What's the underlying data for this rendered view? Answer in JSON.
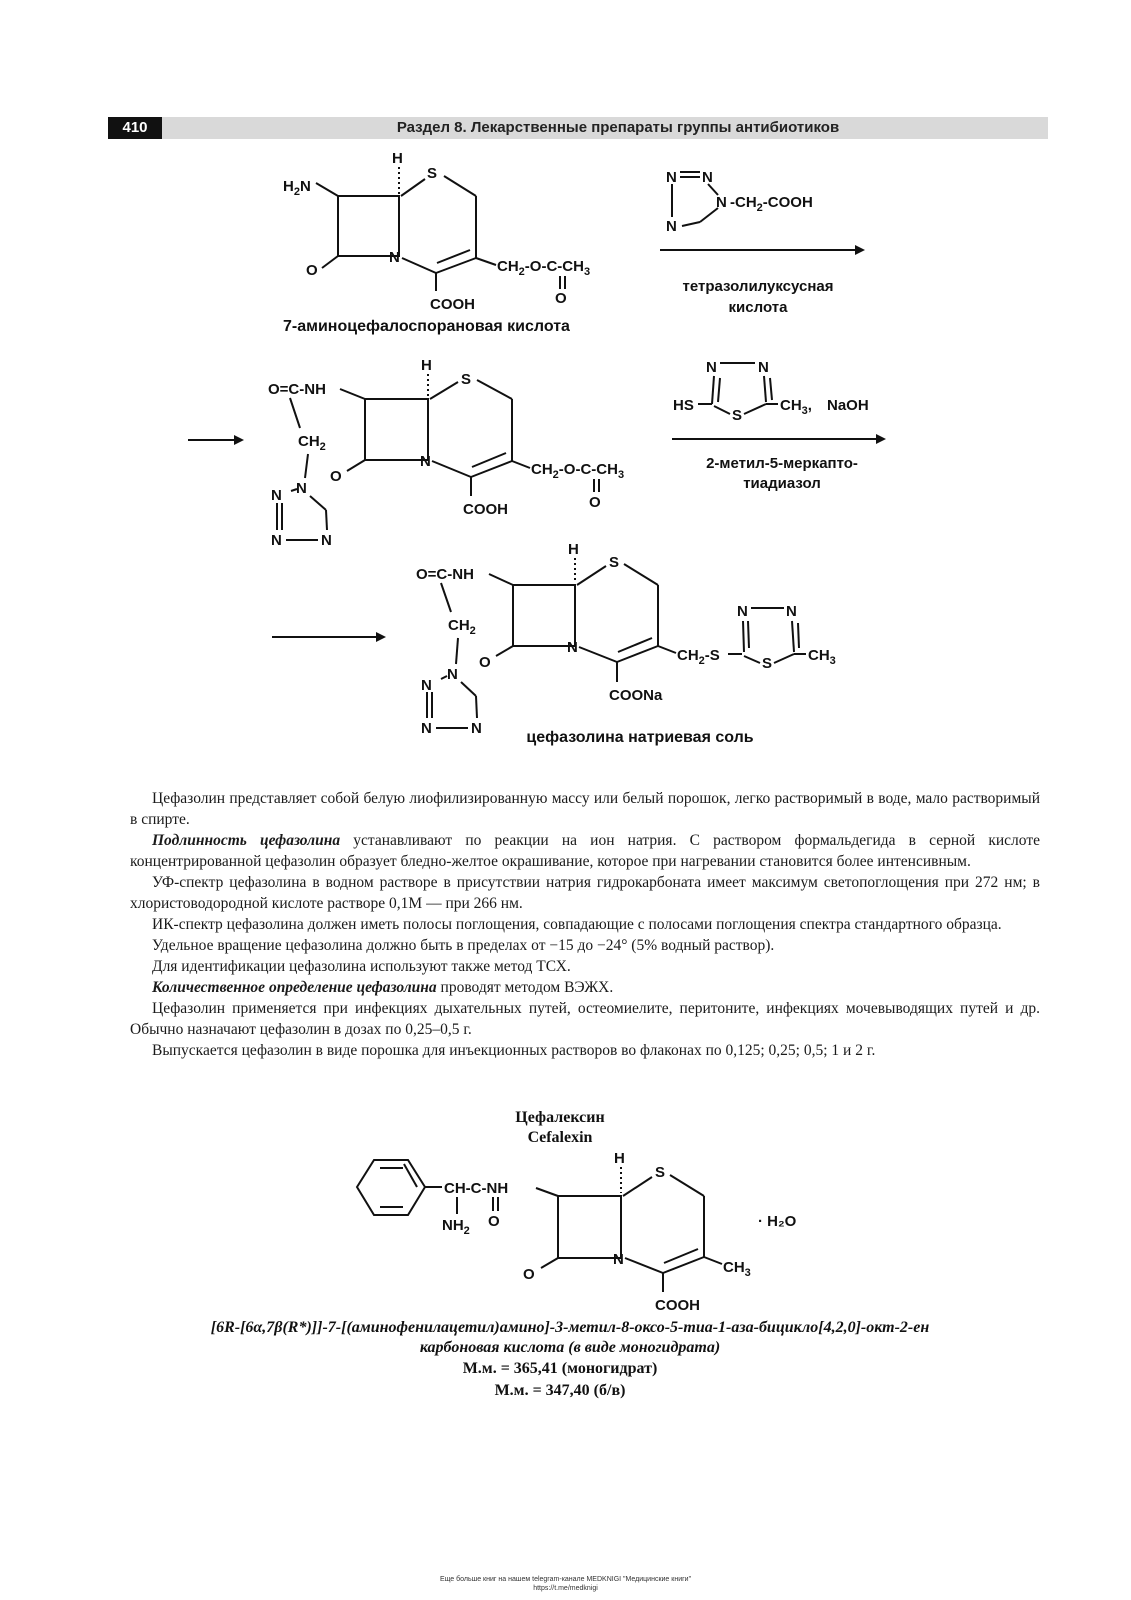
{
  "header": {
    "page_number": "410",
    "running_title": "Раздел 8. Лекарственные препараты группы антибиотиков"
  },
  "scheme": {
    "compound1_name": "7-аминоцефалоспорановая кислота",
    "reagent1_name_line1": "тетразолилуксусная",
    "reagent1_name_line2": "кислота",
    "reagent2_name_line1": "2-метил-5-меркапто-",
    "reagent2_name_line2": "тиадиазол",
    "reagent2_base": "NaOH",
    "product_name": "цефазолина натриевая соль"
  },
  "body": {
    "p1": "Цефазолин представляет собой белую лиофилизированную массу или белый порошок, легко растворимый в воде, мало растворимый в спирте.",
    "p2_bold": "Подлинность цефазолина",
    "p2_rest": " устанавливают по реакции на ион натрия. С раствором формальдегида в серной кислоте концентрированной цефазолин образует бледно-желтое окрашивание, которое при нагревании становится более интенсивным.",
    "p3": "УФ-спектр цефазолина в водном растворе в присутствии натрия гидрокарбоната имеет максимум светопоглощения при 272 нм; в хлористоводородной кислоте растворе 0,1М — при 266 нм.",
    "p4": "ИК-спектр цефазолина должен иметь полосы поглощения, совпадающие с полосами поглощения спектра стандартного образца.",
    "p5": "Удельное вращение цефазолина должно быть в пределах от −15 до −24° (5% водный раствор).",
    "p6": "Для идентификации цефазолина используют также метод ТСХ.",
    "p7_bold": "Количественное определение цефазолина",
    "p7_rest": " проводят методом ВЭЖХ.",
    "p8": "Цефазолин применяется при инфекциях дыхательных путей, остеомиелите, перитоните, инфекциях мочевыводящих путей и др. Обычно назначают цефазолин в дозах по 0,25–0,5 г.",
    "p9": "Выпускается цефазолин в виде порошка для инъекционных растворов во флаконах по 0,125; 0,25; 0,5; 1 и 2 г."
  },
  "cefalexin": {
    "name_ru": "Цефалексин",
    "name_lat": "Cefalexin",
    "hydrate": "· H₂O",
    "iupac_line1": "[6R-[6α,7β(R*)]]-7-[(аминофенилацетил)амино]-3-метил-8-оксо-5-тиа-1-аза-бицикло[4,2,0]-окт-2-ен",
    "iupac_line2": "карбоновая кислота (в виде моногидрата)",
    "mw1": "М.м. = 365,41 (моногидрат)",
    "mw2": "М.м. = 347,40 (б/в)"
  },
  "footer": {
    "line1": "Еще больше книг на нашем telegram-канале MEDKNIGI \"Медицинские книги\"",
    "line2": "https://t.me/medknigi"
  }
}
